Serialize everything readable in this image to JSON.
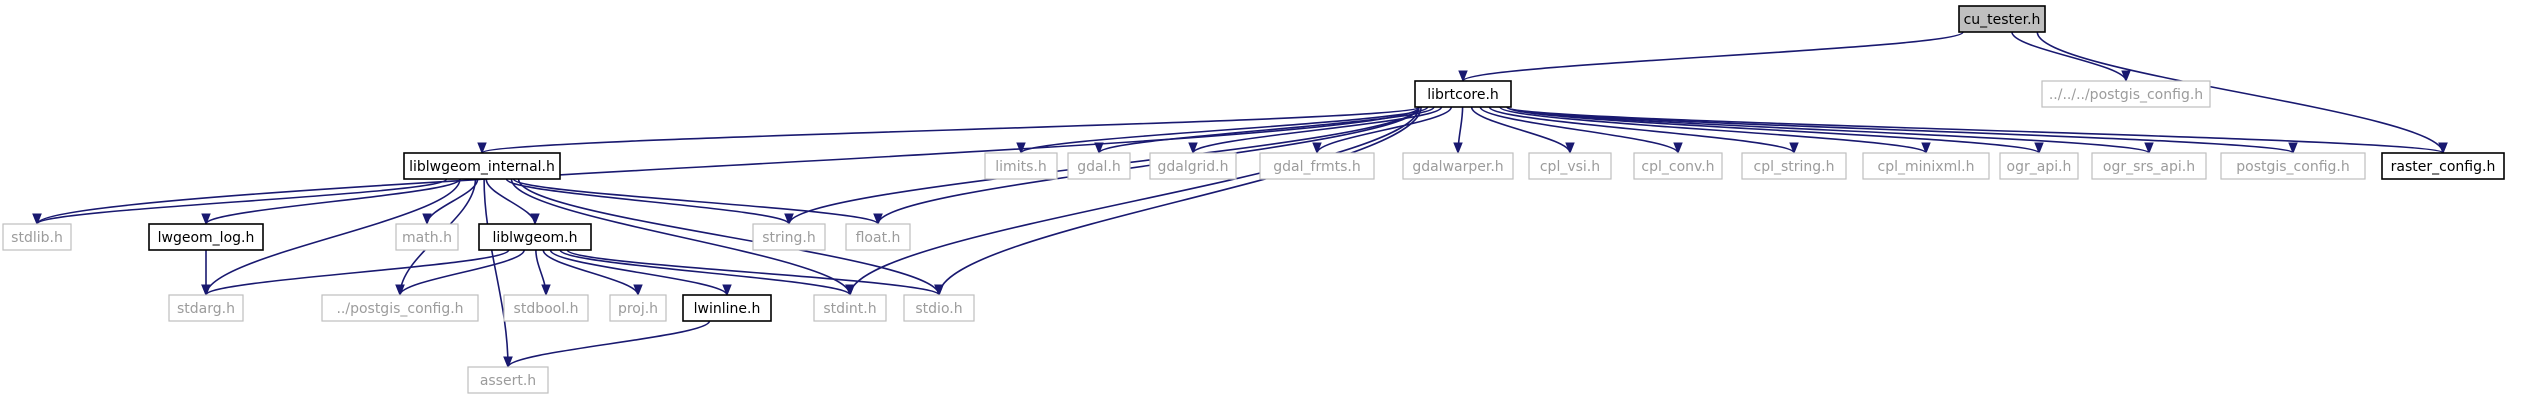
{
  "diagram": {
    "type": "include-dependency-graph",
    "edge_color": "#191970",
    "root_fill": "#bfbfbf",
    "external_border": "#bfbfbf",
    "nodes": [
      {
        "id": "cu_tester",
        "label": "cu_tester.h",
        "kind": "root"
      },
      {
        "id": "librtcore",
        "label": "librtcore.h",
        "kind": "local"
      },
      {
        "id": "postgis_config_rel",
        "label": "../../../postgis_config.h",
        "kind": "external"
      },
      {
        "id": "liblwgeom_internal",
        "label": "liblwgeom_internal.h",
        "kind": "local"
      },
      {
        "id": "limits",
        "label": "limits.h",
        "kind": "external"
      },
      {
        "id": "gdal",
        "label": "gdal.h",
        "kind": "external"
      },
      {
        "id": "gdalgrid",
        "label": "gdalgrid.h",
        "kind": "external"
      },
      {
        "id": "gdal_frmts",
        "label": "gdal_frmts.h",
        "kind": "external"
      },
      {
        "id": "gdalwarper",
        "label": "gdalwarper.h",
        "kind": "external"
      },
      {
        "id": "cpl_vsi",
        "label": "cpl_vsi.h",
        "kind": "external"
      },
      {
        "id": "cpl_conv",
        "label": "cpl_conv.h",
        "kind": "external"
      },
      {
        "id": "cpl_string",
        "label": "cpl_string.h",
        "kind": "external"
      },
      {
        "id": "cpl_minixml",
        "label": "cpl_minixml.h",
        "kind": "external"
      },
      {
        "id": "ogr_api",
        "label": "ogr_api.h",
        "kind": "external"
      },
      {
        "id": "ogr_srs_api",
        "label": "ogr_srs_api.h",
        "kind": "external"
      },
      {
        "id": "postgis_config",
        "label": "postgis_config.h",
        "kind": "external"
      },
      {
        "id": "raster_config",
        "label": "raster_config.h",
        "kind": "local"
      },
      {
        "id": "stdlib",
        "label": "stdlib.h",
        "kind": "external"
      },
      {
        "id": "lwgeom_log",
        "label": "lwgeom_log.h",
        "kind": "local"
      },
      {
        "id": "math",
        "label": "math.h",
        "kind": "external"
      },
      {
        "id": "liblwgeom",
        "label": "liblwgeom.h",
        "kind": "local"
      },
      {
        "id": "string",
        "label": "string.h",
        "kind": "external"
      },
      {
        "id": "float",
        "label": "float.h",
        "kind": "external"
      },
      {
        "id": "stdarg",
        "label": "stdarg.h",
        "kind": "external"
      },
      {
        "id": "postgis_config_up",
        "label": "../postgis_config.h",
        "kind": "external"
      },
      {
        "id": "stdbool",
        "label": "stdbool.h",
        "kind": "external"
      },
      {
        "id": "proj",
        "label": "proj.h",
        "kind": "external"
      },
      {
        "id": "lwinline",
        "label": "lwinline.h",
        "kind": "local"
      },
      {
        "id": "stdint",
        "label": "stdint.h",
        "kind": "external"
      },
      {
        "id": "stdio",
        "label": "stdio.h",
        "kind": "external"
      },
      {
        "id": "assert",
        "label": "assert.h",
        "kind": "external"
      }
    ],
    "edges": [
      [
        "cu_tester",
        "librtcore"
      ],
      [
        "cu_tester",
        "postgis_config_rel"
      ],
      [
        "cu_tester",
        "raster_config"
      ],
      [
        "librtcore",
        "liblwgeom_internal"
      ],
      [
        "librtcore",
        "stdlib"
      ],
      [
        "librtcore",
        "string"
      ],
      [
        "librtcore",
        "float"
      ],
      [
        "librtcore",
        "stdint"
      ],
      [
        "librtcore",
        "limits"
      ],
      [
        "librtcore",
        "gdal"
      ],
      [
        "librtcore",
        "gdalgrid"
      ],
      [
        "librtcore",
        "gdal_frmts"
      ],
      [
        "librtcore",
        "gdalwarper"
      ],
      [
        "librtcore",
        "cpl_vsi"
      ],
      [
        "librtcore",
        "cpl_conv"
      ],
      [
        "librtcore",
        "cpl_string"
      ],
      [
        "librtcore",
        "cpl_minixml"
      ],
      [
        "librtcore",
        "ogr_api"
      ],
      [
        "librtcore",
        "ogr_srs_api"
      ],
      [
        "librtcore",
        "postgis_config"
      ],
      [
        "librtcore",
        "raster_config"
      ],
      [
        "librtcore",
        "stdio"
      ],
      [
        "liblwgeom_internal",
        "stdlib"
      ],
      [
        "liblwgeom_internal",
        "lwgeom_log"
      ],
      [
        "liblwgeom_internal",
        "stdarg"
      ],
      [
        "liblwgeom_internal",
        "math"
      ],
      [
        "liblwgeom_internal",
        "postgis_config_up"
      ],
      [
        "liblwgeom_internal",
        "liblwgeom"
      ],
      [
        "liblwgeom_internal",
        "string"
      ],
      [
        "liblwgeom_internal",
        "float"
      ],
      [
        "liblwgeom_internal",
        "stdint"
      ],
      [
        "liblwgeom_internal",
        "stdio"
      ],
      [
        "liblwgeom_internal",
        "assert"
      ],
      [
        "lwgeom_log",
        "stdarg"
      ],
      [
        "liblwgeom",
        "stdarg"
      ],
      [
        "liblwgeom",
        "postgis_config_up"
      ],
      [
        "liblwgeom",
        "stdbool"
      ],
      [
        "liblwgeom",
        "proj"
      ],
      [
        "liblwgeom",
        "lwinline"
      ],
      [
        "liblwgeom",
        "stdint"
      ],
      [
        "liblwgeom",
        "stdio"
      ],
      [
        "lwinline",
        "assert"
      ]
    ]
  }
}
